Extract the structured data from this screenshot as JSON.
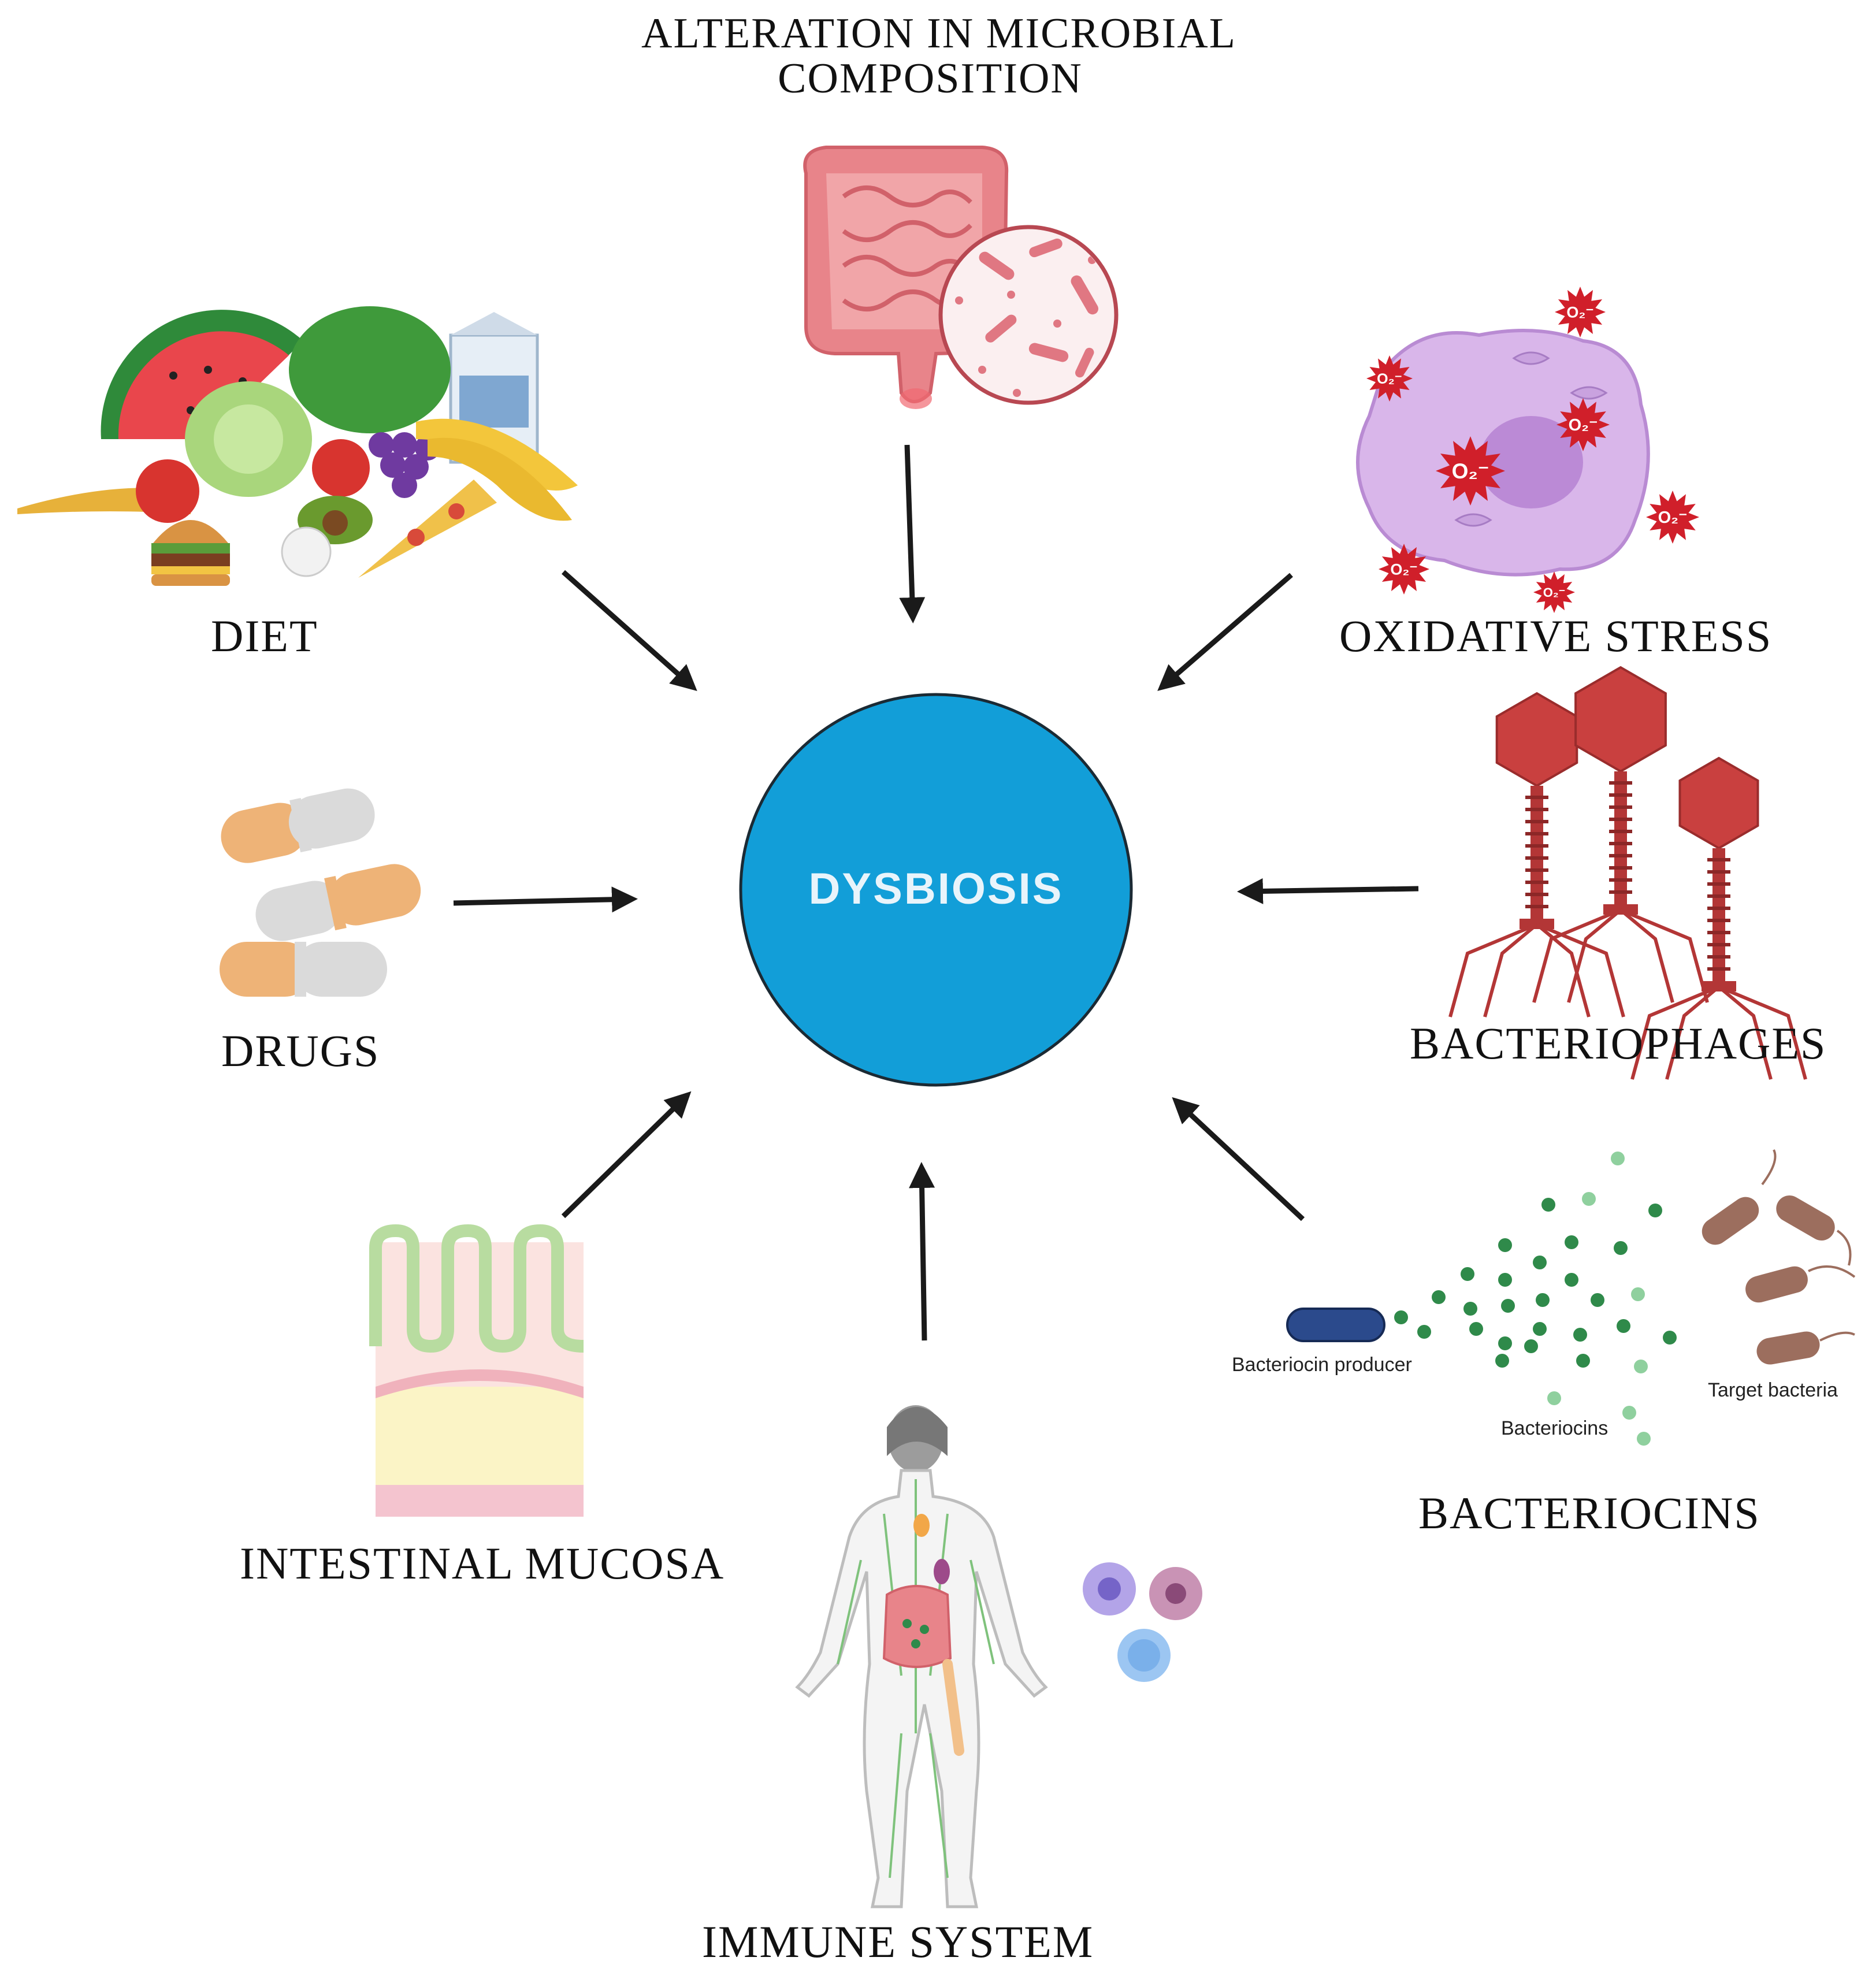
{
  "center": {
    "label": "DYSBIOSIS",
    "fill": "#129ed8",
    "stroke": "#1b2a34"
  },
  "factors": {
    "microbial": {
      "line1": "ALTERATION IN MICROBIAL",
      "line2": "COMPOSITION"
    },
    "diet": {
      "label": "DIET"
    },
    "oxidative": {
      "label": "OXIDATIVE STRESS",
      "radical": "O₂⁻"
    },
    "drugs": {
      "label": "DRUGS"
    },
    "phages": {
      "label": "BACTERIOPHAGES"
    },
    "mucosa": {
      "label": "INTESTINAL MUCOSA"
    },
    "immune": {
      "label": "IMMUNE SYSTEM"
    },
    "bacteriocins": {
      "label": "BACTERIOCINS",
      "producer": "Bacteriocin producer",
      "target": "Target bacteria",
      "molecules": "Bacteriocins"
    }
  },
  "colors": {
    "arrow": "#1a1a1a",
    "gut": "#e8848a",
    "cell": "#d9b6ea",
    "star": "#d01f2a",
    "phage": "#c9403f",
    "pill_orange": "#eeb377",
    "pill_grey": "#d7d7d7",
    "dot_green": "#2f8a4a",
    "mucosa_green": "#b8dca0"
  }
}
